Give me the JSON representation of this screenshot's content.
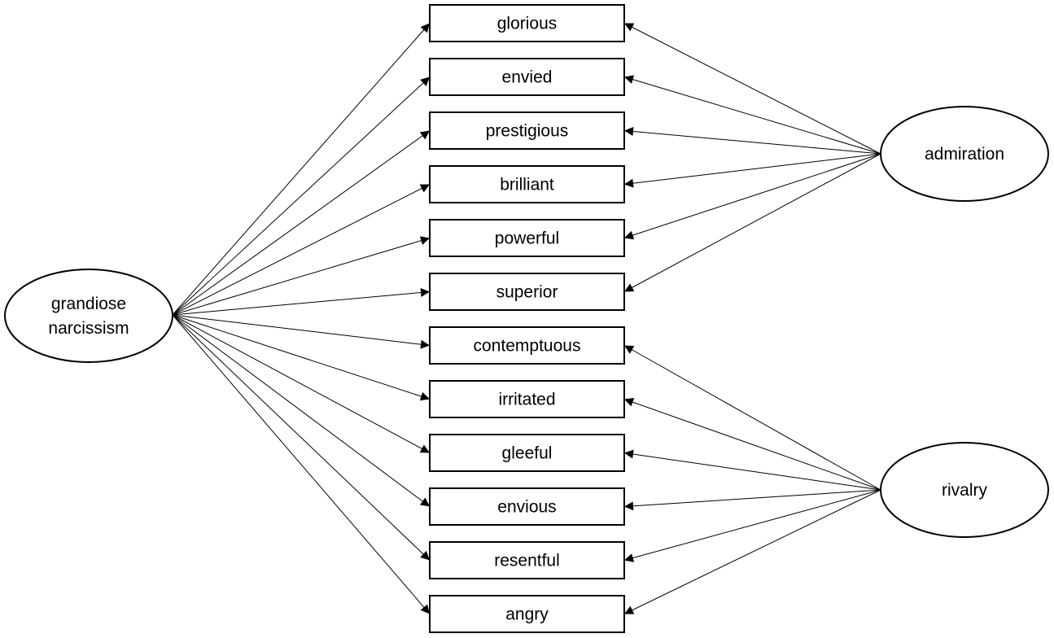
{
  "factors": {
    "general": {
      "line1": "grandiose",
      "line2": "narcissism"
    },
    "admiration": {
      "label": "admiration"
    },
    "rivalry": {
      "label": "rivalry"
    }
  },
  "items": [
    {
      "label": "glorious",
      "factor": "admiration"
    },
    {
      "label": "envied",
      "factor": "admiration"
    },
    {
      "label": "prestigious",
      "factor": "admiration"
    },
    {
      "label": "brilliant",
      "factor": "admiration"
    },
    {
      "label": "powerful",
      "factor": "admiration"
    },
    {
      "label": "superior",
      "factor": "admiration"
    },
    {
      "label": "contemptuous",
      "factor": "rivalry"
    },
    {
      "label": "irritated",
      "factor": "rivalry"
    },
    {
      "label": "gleeful",
      "factor": "rivalry"
    },
    {
      "label": "envious",
      "factor": "rivalry"
    },
    {
      "label": "resentful",
      "factor": "rivalry"
    },
    {
      "label": "angry",
      "factor": "rivalry"
    }
  ],
  "colors": {
    "stroke": "#000000",
    "fill": "#ffffff",
    "text": "#000000"
  }
}
